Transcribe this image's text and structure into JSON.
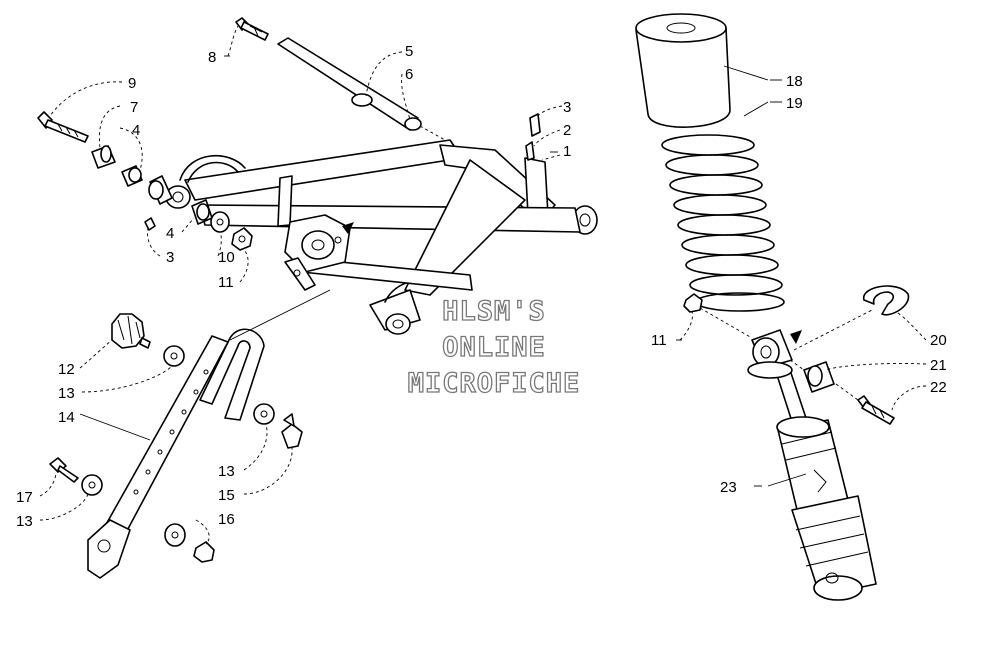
{
  "watermark": {
    "line1": "HLSM'S",
    "line2": "ONLINE",
    "line3": "MICROFICHE"
  },
  "callouts": [
    {
      "id": "c1",
      "text": "1"
    },
    {
      "id": "c2",
      "text": "2"
    },
    {
      "id": "c3a",
      "text": "3"
    },
    {
      "id": "c3b",
      "text": "3"
    },
    {
      "id": "c4a",
      "text": "4"
    },
    {
      "id": "c4b",
      "text": "4"
    },
    {
      "id": "c5",
      "text": "5"
    },
    {
      "id": "c6",
      "text": "6"
    },
    {
      "id": "c7",
      "text": "7"
    },
    {
      "id": "c8",
      "text": "8"
    },
    {
      "id": "c9",
      "text": "9"
    },
    {
      "id": "c10",
      "text": "10"
    },
    {
      "id": "c11a",
      "text": "11"
    },
    {
      "id": "c11b",
      "text": "11"
    },
    {
      "id": "c12",
      "text": "12"
    },
    {
      "id": "c13a",
      "text": "13"
    },
    {
      "id": "c13b",
      "text": "13"
    },
    {
      "id": "c13c",
      "text": "13"
    },
    {
      "id": "c14",
      "text": "14"
    },
    {
      "id": "c15",
      "text": "15"
    },
    {
      "id": "c16",
      "text": "16"
    },
    {
      "id": "c17",
      "text": "17"
    },
    {
      "id": "c18",
      "text": "18"
    },
    {
      "id": "c19",
      "text": "19"
    },
    {
      "id": "c20",
      "text": "20"
    },
    {
      "id": "c21",
      "text": "21"
    },
    {
      "id": "c22",
      "text": "22"
    },
    {
      "id": "c23",
      "text": "23"
    }
  ]
}
